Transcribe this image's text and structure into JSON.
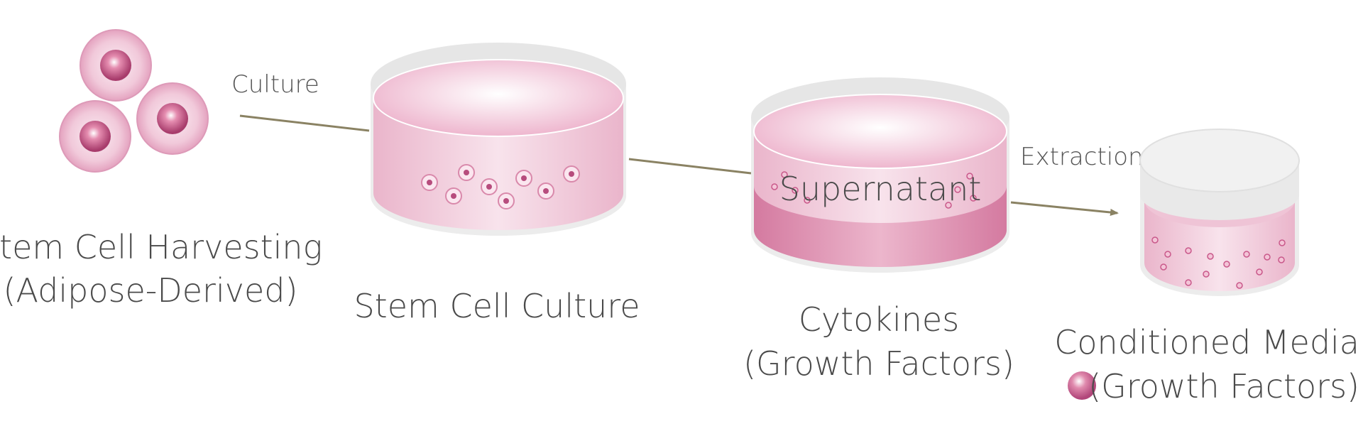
{
  "steps": {
    "harvest": {
      "line1": "Stem Cell Harvesting",
      "line2": "(Adipose-Derived)"
    },
    "culture_action": "Culture",
    "culture": {
      "label": "Stem Cell Culture"
    },
    "supernatant": "Supernatant",
    "cytokines": {
      "line1": "Cytokines",
      "line2": "(Growth Factors)"
    },
    "extraction_action": "Extraction",
    "conditioned": {
      "line1": "Conditioned Media",
      "line2": "(Growth Factors)"
    }
  },
  "colors": {
    "pink_light": "#f6dbe6",
    "pink_mid": "#e7a9c3",
    "pink_dark": "#c45a86",
    "arrow": "#8a8263",
    "rim": "#e2e2e2"
  }
}
